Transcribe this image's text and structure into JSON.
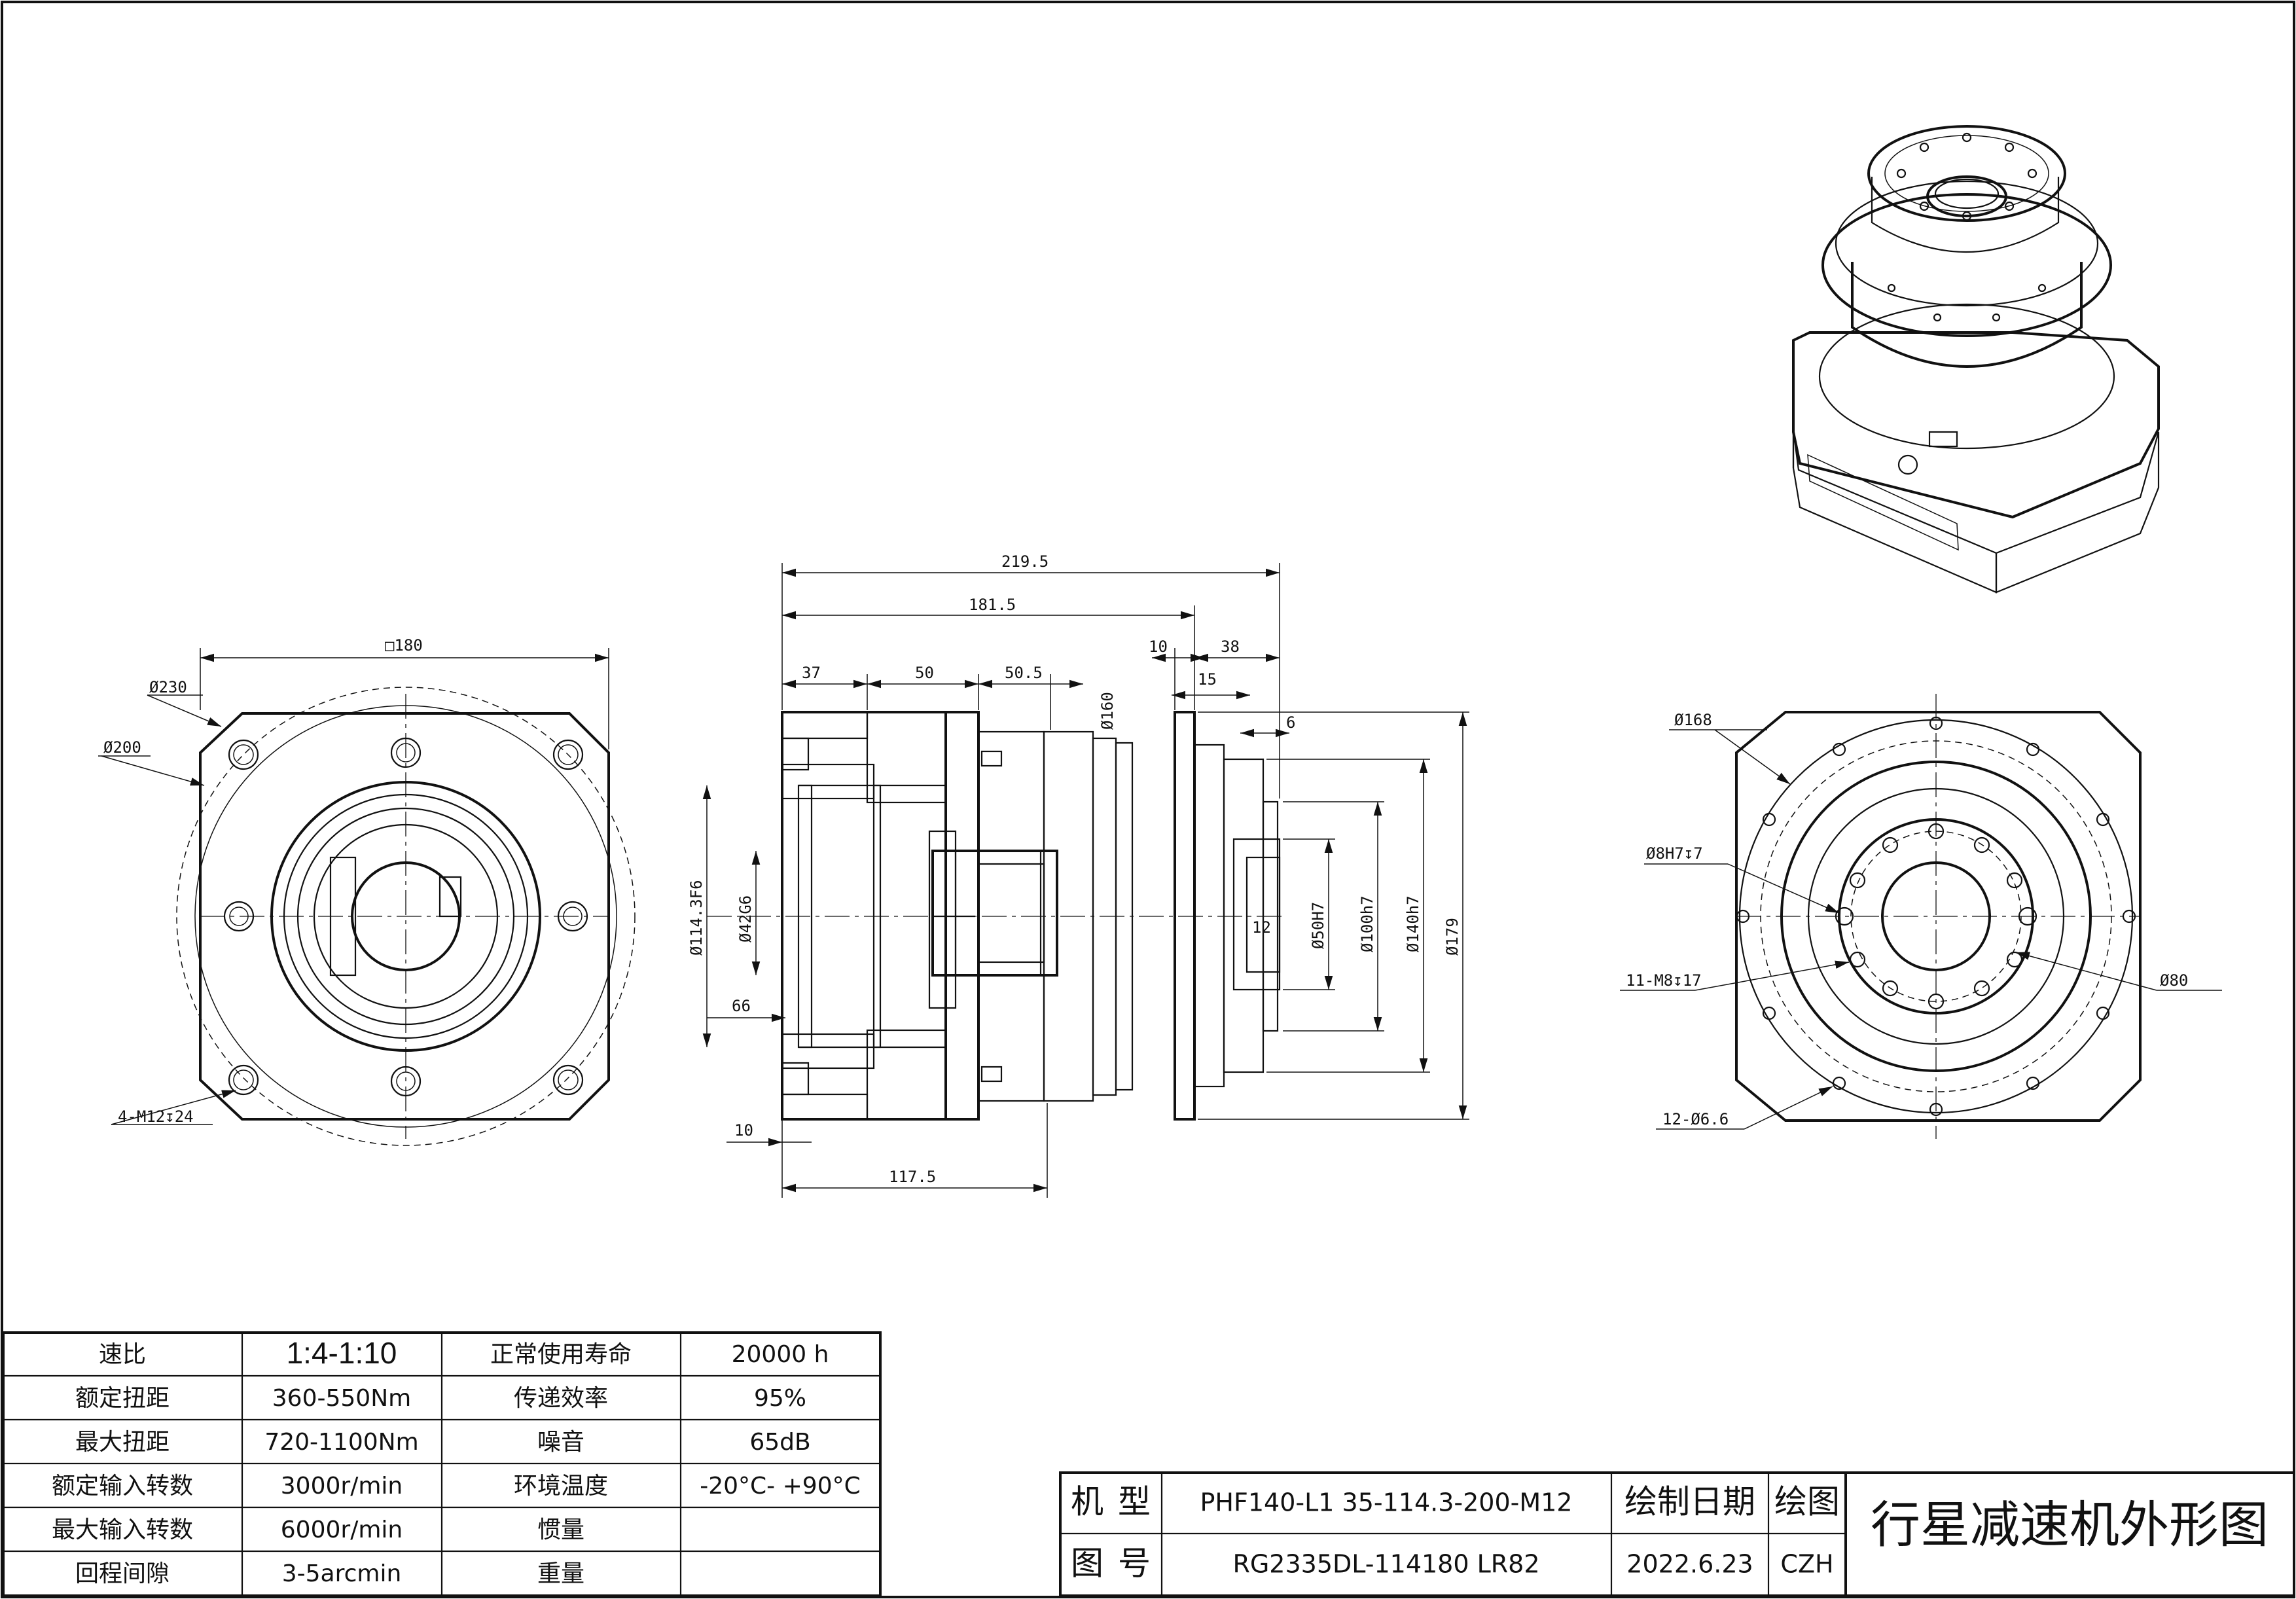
{
  "dimensions": {
    "front_square": "□180",
    "front_d230": "Ø230",
    "front_d200": "Ø200",
    "front_thread": "4-M12↧24",
    "side_total": "219.5",
    "side_body": "181.5",
    "side_flange": "10",
    "side_output": "38",
    "side_37": "37",
    "side_50": "50",
    "side_50_5": "50.5",
    "side_15": "15",
    "side_6": "6",
    "side_d160": "Ø160",
    "side_d114": "Ø114.3F6",
    "side_d42": "Ø42G6",
    "side_66": "66",
    "side_10b": "10",
    "side_117_5": "117.5",
    "side_12": "12",
    "side_d50": "Ø50H7",
    "side_d100": "Ø100h7",
    "side_d140": "Ø140h7",
    "side_d179": "Ø179",
    "rear_d168": "Ø168",
    "rear_d8": "Ø8H7↧7",
    "rear_m8": "11-M8↧17",
    "rear_d80": "Ø80",
    "rear_holes": "12-Ø6.6"
  },
  "spec_table": [
    {
      "label": "速比",
      "value": "1:4-1:10",
      "label2": "正常使用寿命",
      "value2": "20000 h"
    },
    {
      "label": "额定扭距",
      "value": "360-550Nm",
      "label2": "传递效率",
      "value2": "95%"
    },
    {
      "label": "最大扭距",
      "value": "720-1100Nm",
      "label2": "噪音",
      "value2": "65dB"
    },
    {
      "label": "额定输入转数",
      "value": "3000r/min",
      "label2": "环境温度",
      "value2": "-20°C- +90°C"
    },
    {
      "label": "最大输入转数",
      "value": "6000r/min",
      "label2": "惯量",
      "value2": ""
    },
    {
      "label": "回程间隙",
      "value": "3-5arcmin",
      "label2": "重量",
      "value2": ""
    }
  ],
  "title_block": {
    "model_label": "机型",
    "model_value": "PHF140-L1 35-114.3-200-M12",
    "drawing_no_label": "图号",
    "drawing_no_value": "RG2335DL-114180 LR82",
    "date_label": "绘制日期",
    "date_value": "2022.6.23",
    "drawn_label": "绘图",
    "drawn_value": "CZH",
    "title": "行星减速机外形图"
  }
}
